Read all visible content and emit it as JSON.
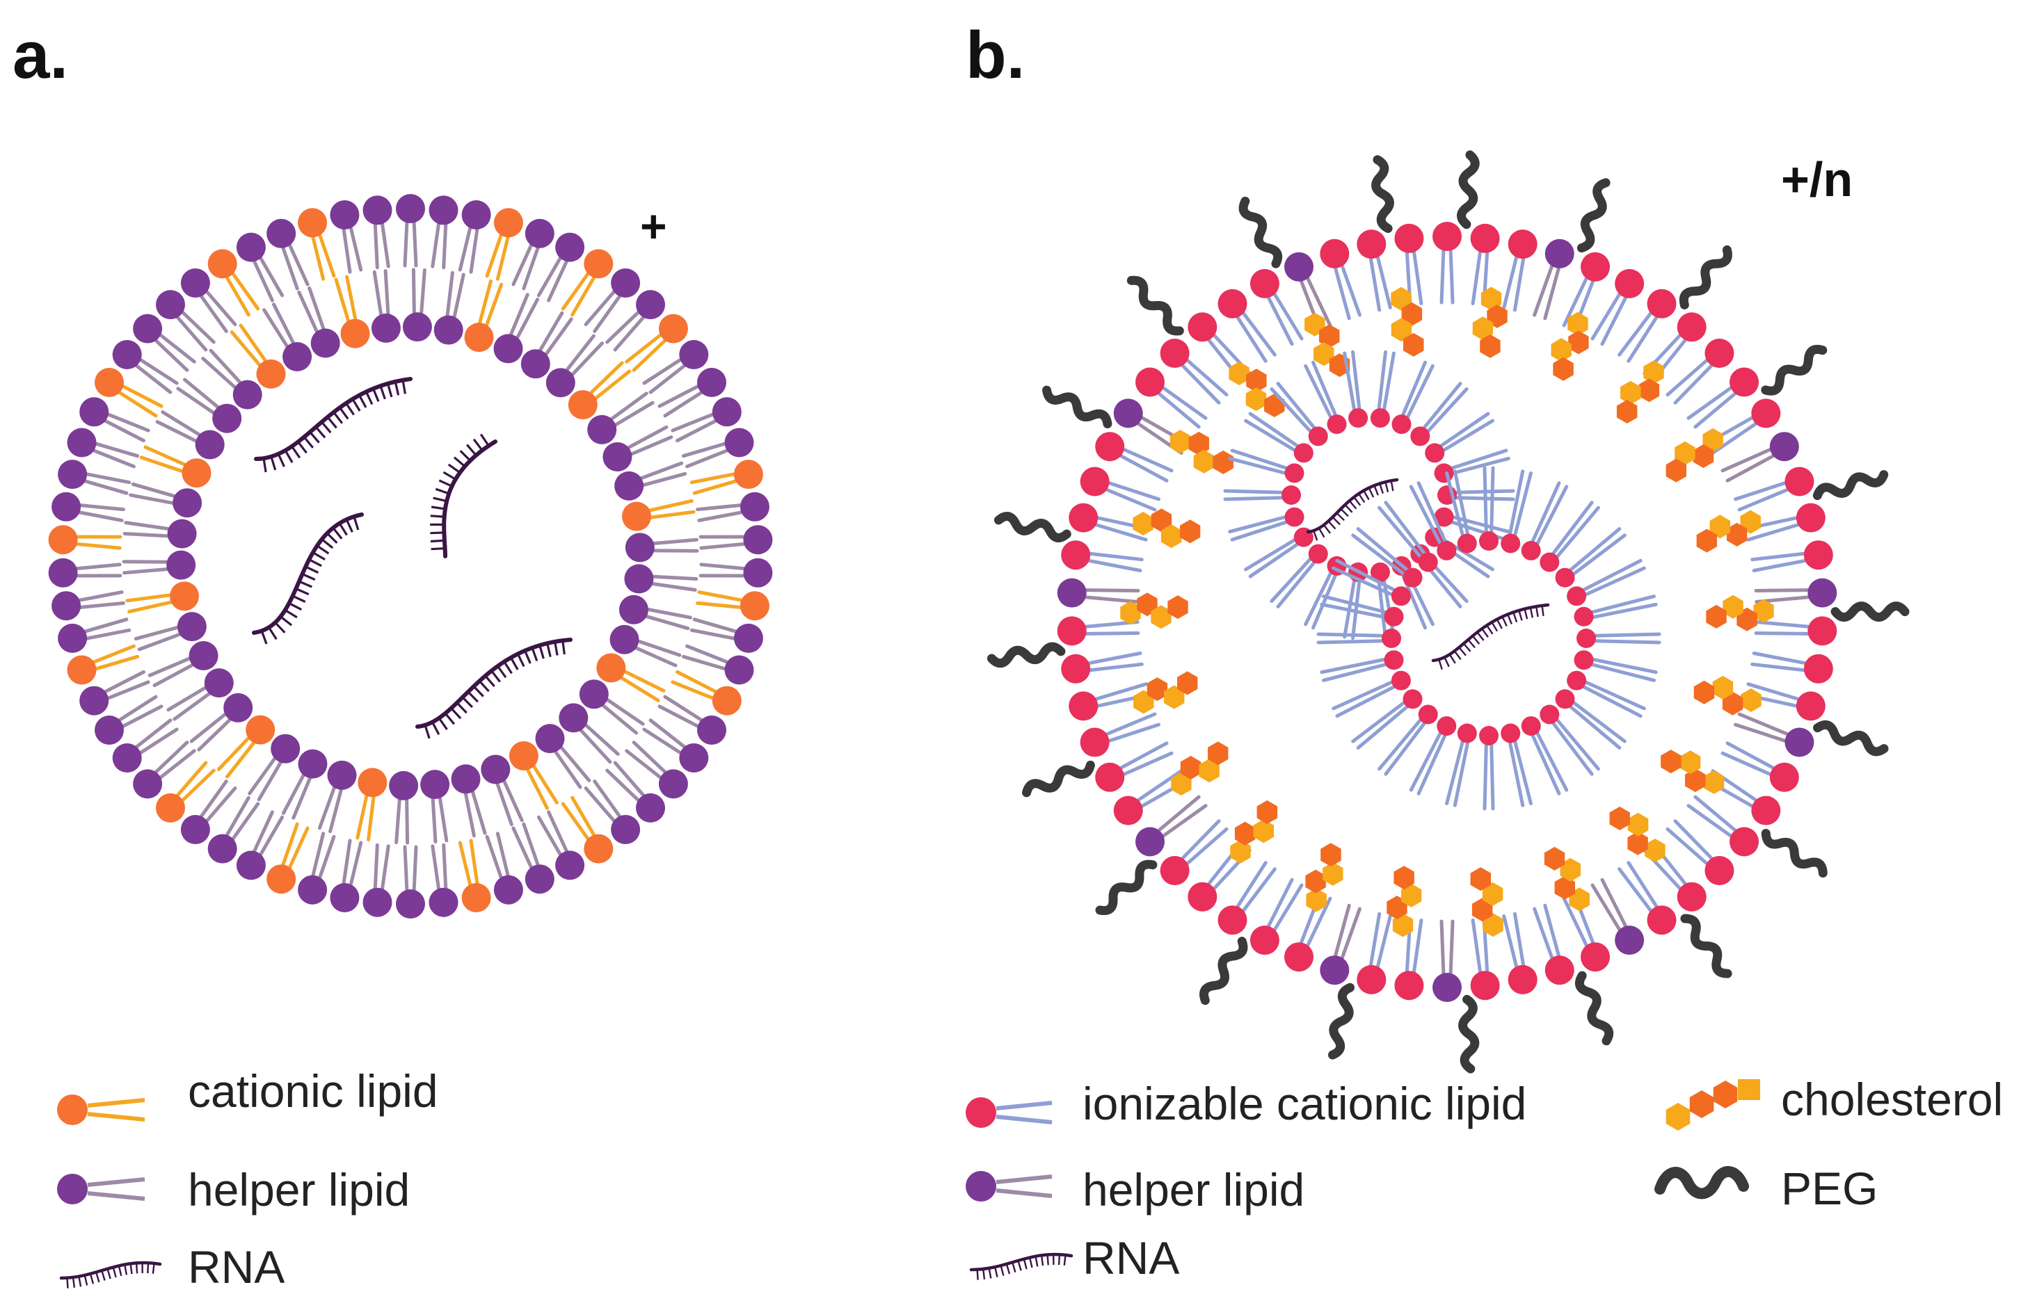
{
  "panels": {
    "a": {
      "letter": "a.",
      "charge": "+",
      "legend": {
        "cationic_lipid": "cationic  lipid",
        "helper_lipid": "helper lipid",
        "rna": "RNA"
      }
    },
    "b": {
      "letter": "b.",
      "charge": "+/n",
      "legend": {
        "ionizable_cationic_lipid": "ionizable cationic  lipid",
        "helper_lipid": "helper lipid",
        "rna": "RNA",
        "cholesterol": "cholesterol",
        "peg": "PEG"
      }
    }
  },
  "colors": {
    "cationic_head": "#f57233",
    "cationic_tail": "#f5a623",
    "helper_head": "#7b3a96",
    "helper_tail": "#9c8aa6",
    "ionizable_head": "#e8305a",
    "ionizable_tail": "#8f9fd4",
    "cholesterol_a": "#f26b21",
    "cholesterol_b": "#f7a81b",
    "peg": "#3a3a3a",
    "rna": "#3a1545"
  }
}
